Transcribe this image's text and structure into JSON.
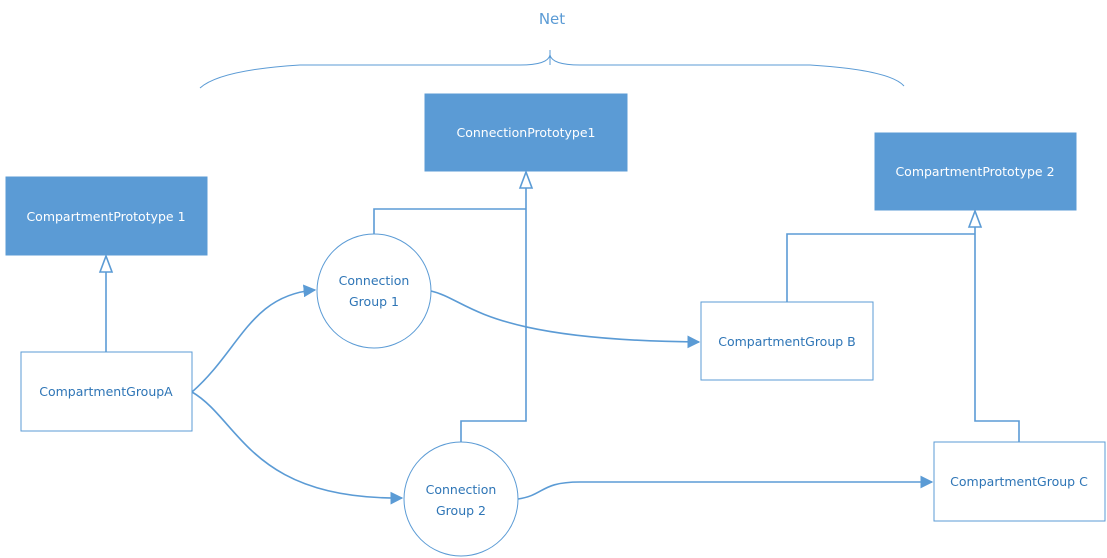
{
  "diagram": {
    "net_label": "Net",
    "prototypes": {
      "compartment_prototype_1": "CompartmentPrototype 1",
      "connection_prototype_1": "ConnectionPrototype1",
      "compartment_prototype_2": "CompartmentPrototype 2"
    },
    "groups": {
      "compartment_group_a": "CompartmentGroupA",
      "compartment_group_b": "CompartmentGroup B",
      "compartment_group_c": "CompartmentGroup C"
    },
    "connection_groups": {
      "connection_group_1": {
        "line1": "Connection",
        "line2": "Group 1"
      },
      "connection_group_2": {
        "line1": "Connection",
        "line2": "Group 2"
      }
    },
    "colors": {
      "accent": "#5b9bd5",
      "text_dark": "#2e75b6",
      "background": "#ffffff"
    }
  }
}
